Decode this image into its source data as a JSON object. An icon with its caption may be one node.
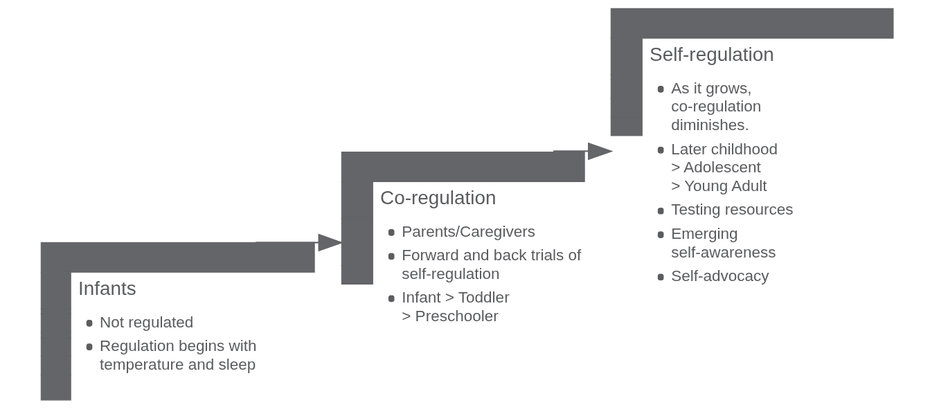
{
  "diagram": {
    "nodes": [
      {
        "text": [
          "Infants",
          "Not regulated",
          "Regulation begins with temperature and sleep"
        ]
      },
      {
        "text": [
          "Co-regulation",
          "Parents/Caregivers",
          "Forward and back trials of self-regulation",
          "Infant > Toddler > Preschooler"
        ]
      },
      {
        "text": [
          "Self-regulation",
          "As it grows, co-regulation diminishes.",
          "Later childhood > Adolescent > Young Adult",
          "Testing resources",
          "Emerging self-awareness",
          "Self-advocacy"
        ]
      }
    ],
    "edges": [
      {
        "from": 0,
        "to": 1,
        "arrow": "to"
      },
      {
        "from": 1,
        "to": 2,
        "arrow": "to"
      }
    ]
  }
}
